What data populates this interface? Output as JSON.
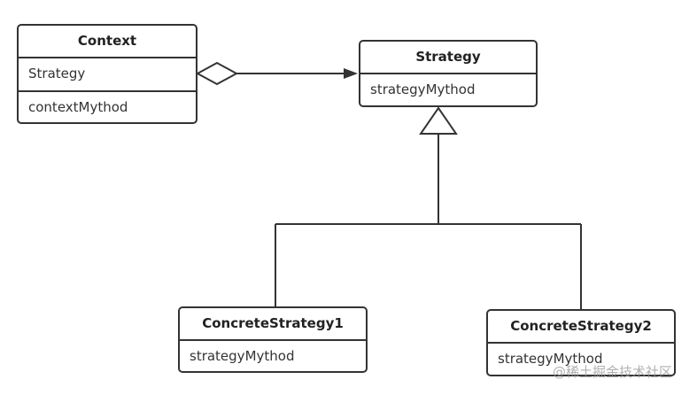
{
  "classes": {
    "context": {
      "name": "Context",
      "attributes": [
        "Strategy"
      ],
      "methods": [
        "contextMythod"
      ]
    },
    "strategy": {
      "name": "Strategy",
      "methods": [
        "strategyMythod"
      ]
    },
    "concrete1": {
      "name": "ConcreteStrategy1",
      "methods": [
        "strategyMythod"
      ]
    },
    "concrete2": {
      "name": "ConcreteStrategy2",
      "methods": [
        "strategyMythod"
      ]
    }
  },
  "relations": [
    {
      "type": "aggregation",
      "from": "Context",
      "to": "Strategy"
    },
    {
      "type": "realization",
      "from": "ConcreteStrategy1",
      "to": "Strategy"
    },
    {
      "type": "realization",
      "from": "ConcreteStrategy2",
      "to": "Strategy"
    }
  ],
  "watermark": "@稀土掘金技术社区",
  "colors": {
    "line": "#333333",
    "background": "#ffffff",
    "watermark": "#969696"
  }
}
